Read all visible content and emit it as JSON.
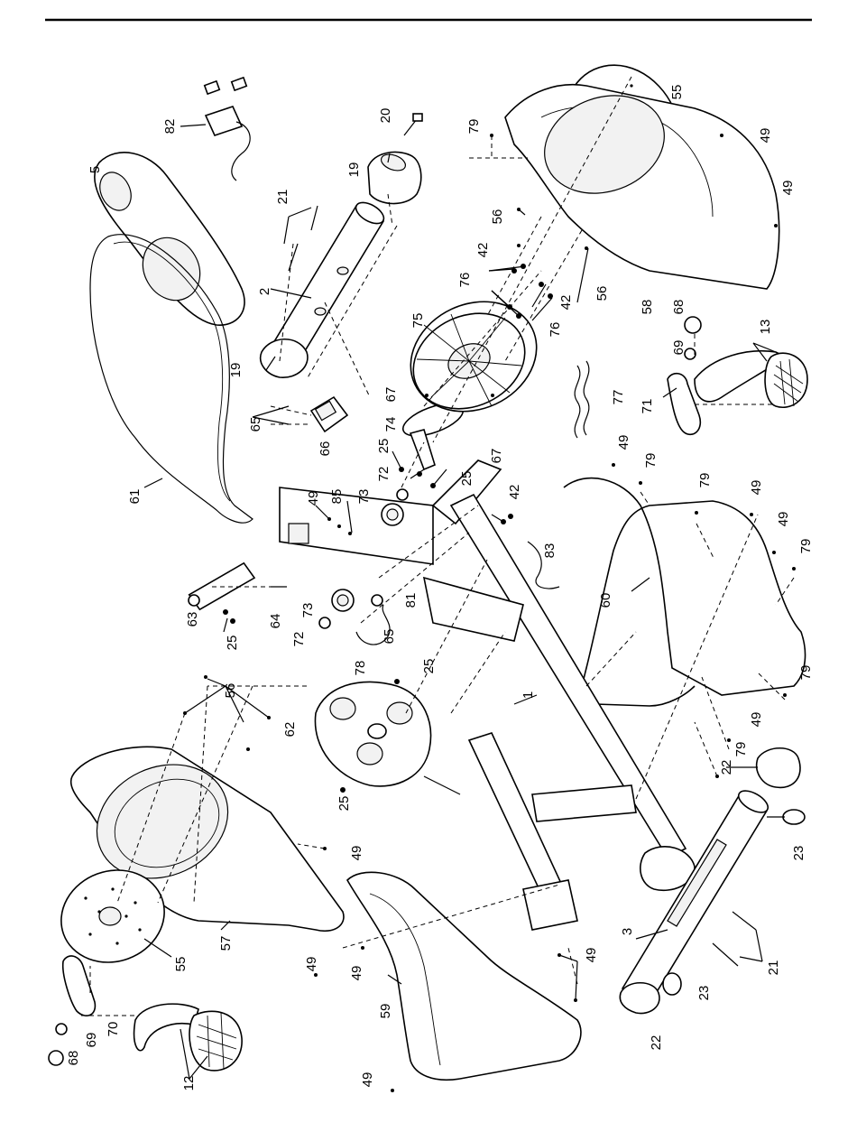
{
  "diagram": {
    "labels": {
      "p1": "1",
      "p2": "2",
      "p3": "3",
      "p5": "5",
      "p12": "12",
      "p13": "13",
      "p19a": "19",
      "p19b": "19",
      "p20": "20",
      "p21a": "21",
      "p21b": "21",
      "p22a": "22",
      "p22b": "22",
      "p23a": "23",
      "p23b": "23",
      "p25a": "25",
      "p25b": "25",
      "p25c": "25",
      "p25d": "25",
      "p25e": "25",
      "p42a": "42",
      "p42b": "42",
      "p42c": "42",
      "p49a": "49",
      "p49b": "49",
      "p49c": "49",
      "p49d": "49",
      "p49e": "49",
      "p49f": "49",
      "p49g": "49",
      "p49h": "49",
      "p49i": "49",
      "p49j": "49",
      "p49k": "49",
      "p49l": "49",
      "p55a": "55",
      "p55b": "55",
      "p56a": "56",
      "p56b": "56",
      "p56c": "56",
      "p57": "57",
      "p58": "58",
      "p59": "59",
      "p60": "60",
      "p61": "61",
      "p62": "62",
      "p63": "63",
      "p64": "64",
      "p65a": "65",
      "p65b": "65",
      "p66": "66",
      "p67a": "67",
      "p67b": "67",
      "p68a": "68",
      "p68b": "68",
      "p69a": "69",
      "p69b": "69",
      "p70": "70",
      "p71": "71",
      "p72a": "72",
      "p72b": "72",
      "p73a": "73",
      "p73b": "73",
      "p74": "74",
      "p75": "75",
      "p76a": "76",
      "p76b": "76",
      "p77": "77",
      "p78": "78",
      "p79a": "79",
      "p79b": "79",
      "p79c": "79",
      "p79d": "79",
      "p79e": "79",
      "p79f": "79",
      "p81": "81",
      "p82": "82",
      "p83": "83",
      "p85": "85"
    }
  }
}
